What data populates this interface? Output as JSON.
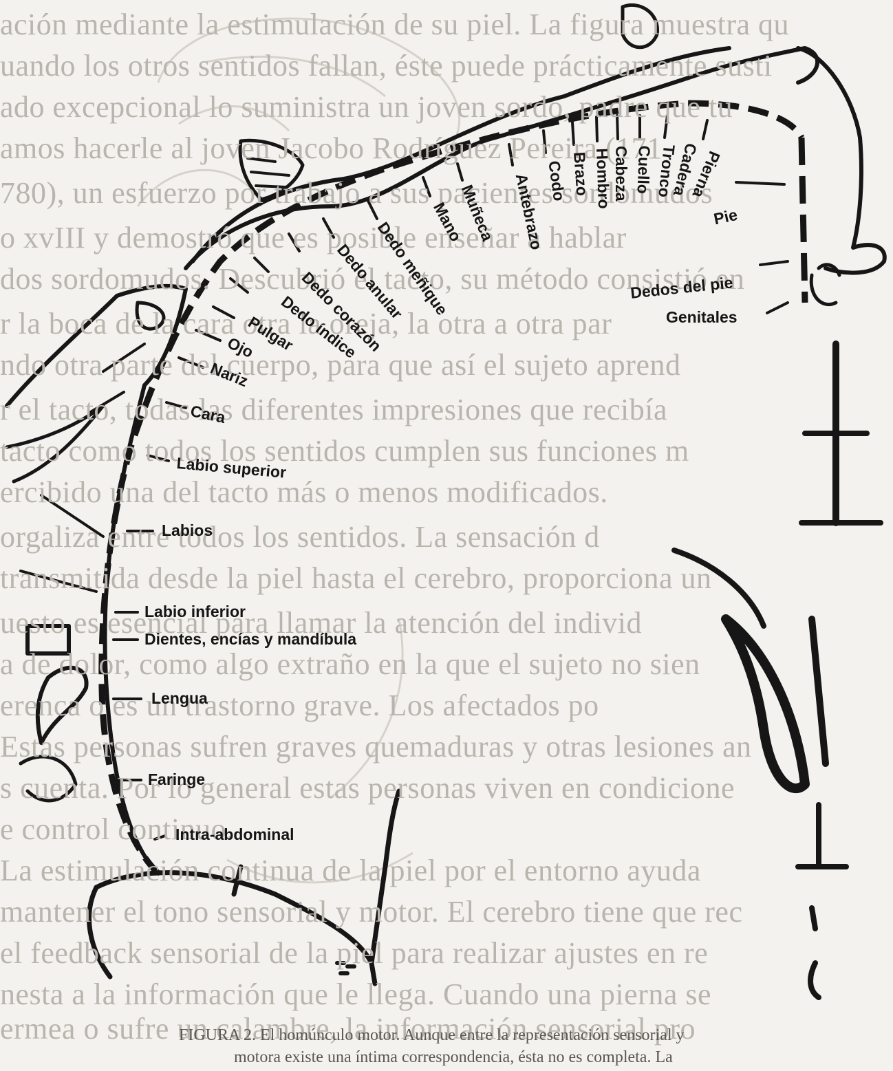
{
  "labels": {
    "intra_abdominal": "Intra-abdominal",
    "faringe": "Faringe",
    "lengua": "Lengua",
    "dientes": "Dientes, encías y mandíbula",
    "labio_inferior": "Labio inferior",
    "labios": "Labios",
    "labio_superior": "Labio superior",
    "cara": "Cara",
    "nariz": "Nariz",
    "ojo": "Ojo",
    "pulgar": "Pulgar",
    "dedo_indice": "Dedo índice",
    "dedo_corazon": "Dedo corazón",
    "dedo_anular": "Dedo anular",
    "dedo_menique": "Dedo meñique",
    "mano": "Mano",
    "muneca": "Muñeca",
    "antebrazo": "Antebrazo",
    "codo": "Codo",
    "brazo": "Brazo",
    "hombro": "Hombro",
    "cabeza": "Cabeza",
    "cuello": "Cuello",
    "tronco": "Tronco",
    "cadera": "Cadera",
    "pierna": "Pierna",
    "pie": "Pie",
    "dedos_del_pie": "Dedos del pie",
    "genitales": "Genitales"
  },
  "background_text": [
    "ación mediante la estimulación de su piel. La figura muestra qu",
    "uando los otros sentidos fallan, éste puede prácticamente susti",
    "ado excepcional lo suministra un joven sordo, padre que tu",
    "amos hacerle al joven Jacobo Rodríguez Pereira (171",
    "780), un esfuerzo por trabajo a sus pacientes sordomudos",
    "o xvIII y demostró que es posible enseñar a hablar",
    "dos sordomudos. Descubrió el tacto, su método consistió en",
    "r la boca de la cara otra la oreja, la otra a otra par",
    "ndo otra parte del cuerpo, para que así el sujeto aprend",
    "r el tacto, todas las diferentes impresiones que recibía",
    "tacto como todos los sentidos cumplen sus funciones m",
    "ercibido una del tacto más o menos modificados.",
    "orgaliza entre todos los sentidos. La sensación d",
    "transmitida desde la piel hasta el cerebro, proporciona un",
    "uesto es esencial para llamar la atención del individ",
    "a de dolor, como algo extraño en la que el sujeto no sien",
    "erenca o es un trastorno grave. Los afectados po",
    "Estas personas sufren graves quemaduras y otras lesiones an",
    "s cuenta. Por lo general estas personas viven en condicione",
    "e control continuo.",
    "La estimulación continua de la piel por el entorno ayuda",
    "mantener el tono sensorial y motor. El cerebro tiene que rec",
    "el feedback sensorial de la piel para realizar ajustes en re",
    "nesta a la información que le llega. Cuando una pierna se",
    "ermea o sufre un calambre, la información sensorial pro"
  ],
  "caption": [
    "FIGURA 2. El homúnculo motor. Aunque entre la representación sensorial y",
    "motora existe una íntima correspondencia, ésta no es completa. La"
  ]
}
